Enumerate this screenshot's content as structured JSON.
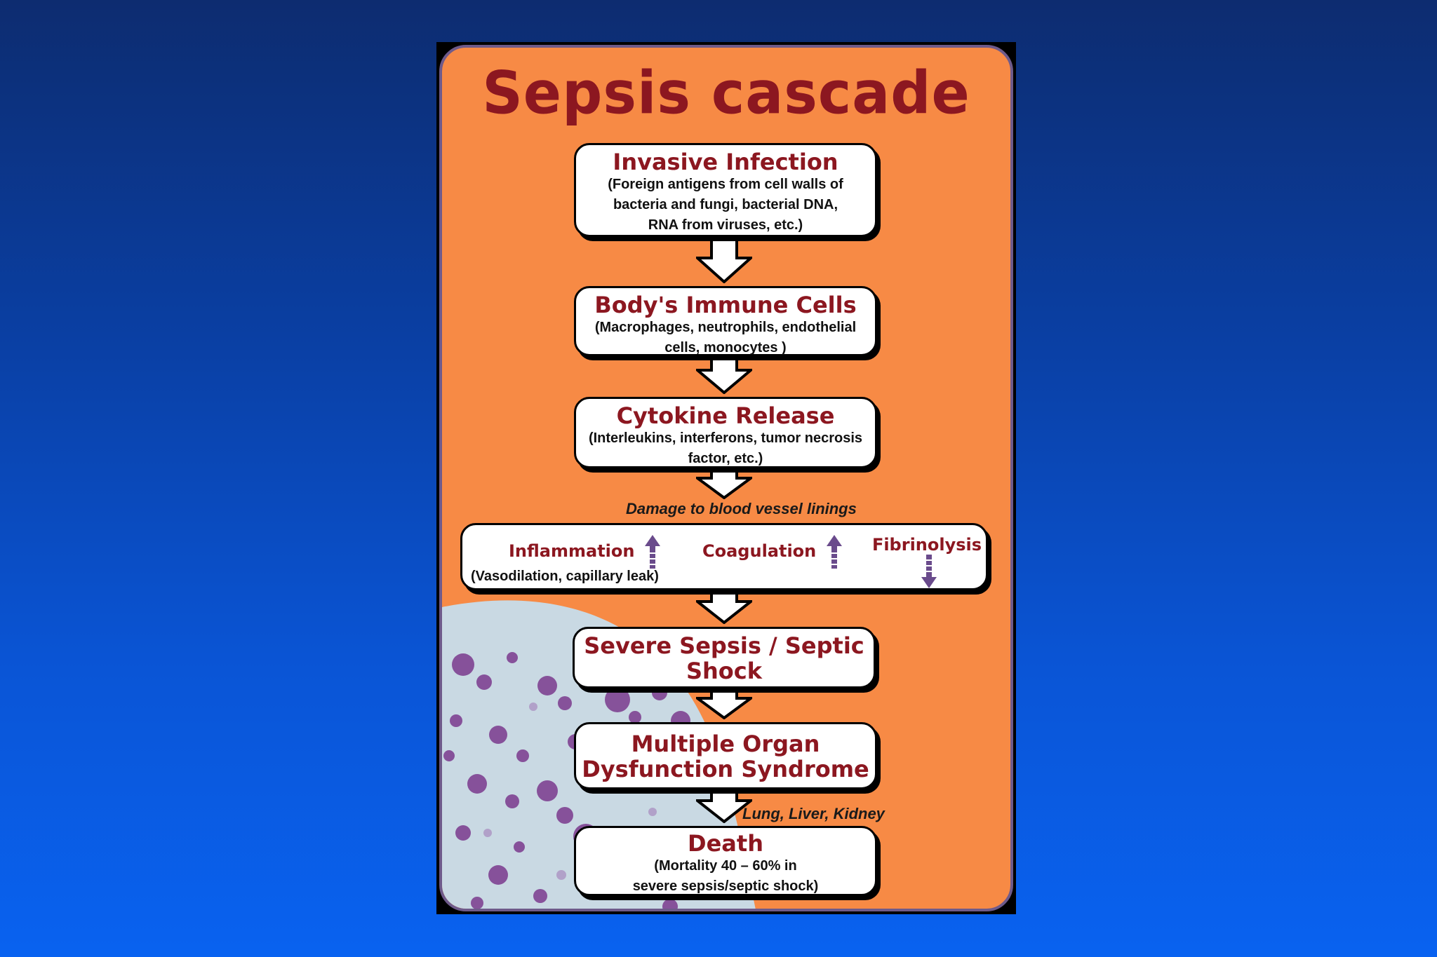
{
  "title": "Sepsis cascade",
  "steps": [
    {
      "heading": "Invasive Infection",
      "detail_lines": [
        "(Foreign antigens from cell walls of",
        "bacteria and fungi, bacterial DNA,",
        "RNA from viruses, etc.)"
      ]
    },
    {
      "heading": "Body's Immune Cells",
      "detail_lines": [
        "(Macrophages, neutrophils, endothelial",
        "cells, monocytes )"
      ]
    },
    {
      "heading": "Cytokine Release",
      "detail_lines": [
        "(Interleukins, interferons, tumor necrosis",
        "factor, etc.)"
      ]
    }
  ],
  "annotation_vessel": "Damage to blood vessel linings",
  "effects": {
    "inflammation": {
      "label": "Inflammation",
      "direction": "up",
      "detail": "(Vasodilation, capillary leak)"
    },
    "coagulation": {
      "label": "Coagulation",
      "direction": "up"
    },
    "fibrinolysis": {
      "label": "Fibrinolysis",
      "direction": "down"
    },
    "indicator_color": "#6a4b8c"
  },
  "severe": {
    "heading_lines": [
      "Severe Sepsis / Septic",
      "Shock"
    ]
  },
  "mods": {
    "heading_lines": [
      "Multiple Organ",
      "Dysfunction Syndrome"
    ]
  },
  "annotation_organs": "Lung, Liver, Kidney",
  "death": {
    "heading": "Death",
    "detail_lines": [
      "(Mortality 40 – 60% in",
      "severe sepsis/septic shock)"
    ]
  },
  "colors": {
    "panel": "#f78a45",
    "heading": "#8c1720",
    "smear_background": "#c9d9e3",
    "smear_cells": "#7b3a8e"
  }
}
